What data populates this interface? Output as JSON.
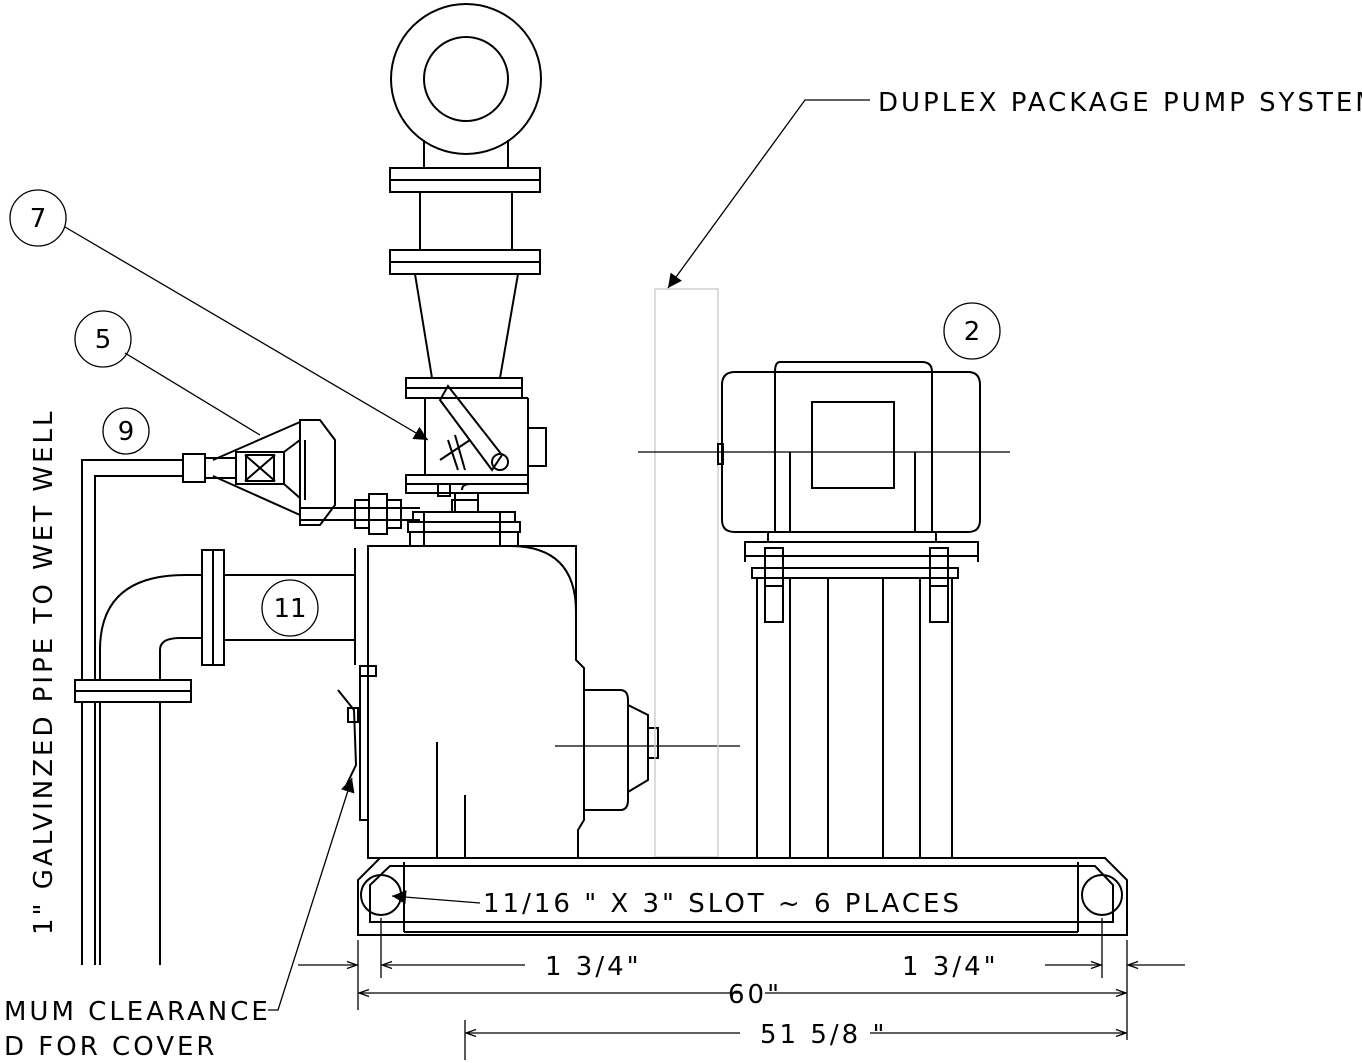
{
  "labels": {
    "duplex": "DUPLEX PACKAGE PUMP SYSTEM",
    "pipe": "1\" GALVINZED PIPE TO WET WELL",
    "slot": "11/16 \" X 3\" SLOT ~ 6 PLACES",
    "clearance1": "MUM CLEARANCE",
    "clearance2": "D FOR COVER"
  },
  "callouts": {
    "c7": "7",
    "c5": "5",
    "c9": "9",
    "c2": "2",
    "c11": "11"
  },
  "dimensions": {
    "left_edge": "1 3/4\"",
    "right_edge": "1 3/4\"",
    "overall": "60\"",
    "center": "51 5/8 \""
  }
}
